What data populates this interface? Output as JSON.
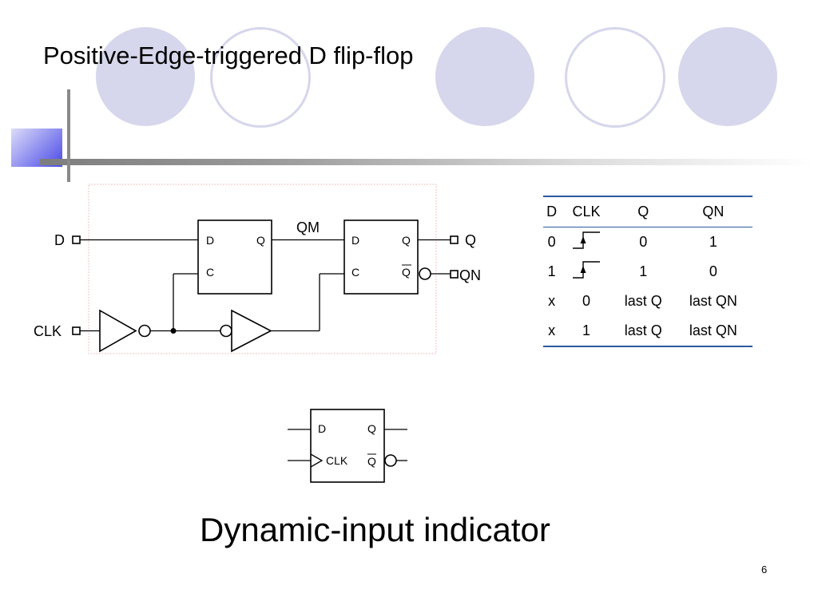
{
  "slide": {
    "title": "Positive-Edge-triggered D flip-flop",
    "caption": "Dynamic-input indicator",
    "page_number": "6"
  },
  "colors": {
    "decor_circle": "#d6d6ec",
    "accent_gradient_dark": "#4a4ae8",
    "table_rule": "#2a5aa0"
  },
  "circuit": {
    "input_d": "D",
    "input_clk": "CLK",
    "output_q": "Q",
    "output_qn": "QN",
    "internal_node": "QM",
    "latch1": {
      "d": "D",
      "c": "C",
      "q": "Q"
    },
    "latch2": {
      "d": "D",
      "c": "C",
      "q": "Q",
      "qbar": "Q"
    }
  },
  "truth_table": {
    "headers": [
      "D",
      "CLK",
      "Q",
      "QN"
    ],
    "rows": [
      {
        "d": "0",
        "clk": "rising-edge-icon",
        "q": "0",
        "qn": "1"
      },
      {
        "d": "1",
        "clk": "rising-edge-icon",
        "q": "1",
        "qn": "0"
      },
      {
        "d": "x",
        "clk": "0",
        "q": "last Q",
        "qn": "last QN"
      },
      {
        "d": "x",
        "clk": "1",
        "q": "last Q",
        "qn": "last QN"
      }
    ]
  },
  "symbol": {
    "d": "D",
    "clk": "CLK",
    "q": "Q",
    "qbar": "Q"
  }
}
